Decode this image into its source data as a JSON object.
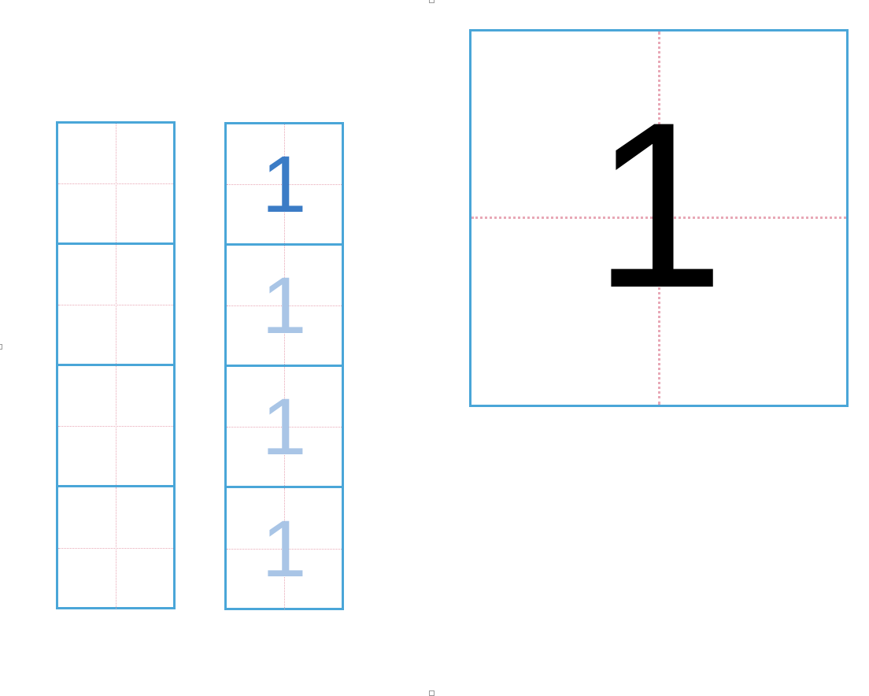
{
  "colors": {
    "grid_border": "#4aa6d8",
    "guide_line": "#e8a8b6",
    "model_digit": "#3b7cc6",
    "trace_digit": "#a9c5e6",
    "big_digit": "#000000"
  },
  "practice_blank": {
    "cells": [
      "",
      "",
      "",
      ""
    ]
  },
  "practice_trace": {
    "cells": [
      "1",
      "1",
      "1",
      "1"
    ]
  },
  "example": {
    "digit": "1"
  },
  "icons": [
    "selection-handle-icon"
  ]
}
